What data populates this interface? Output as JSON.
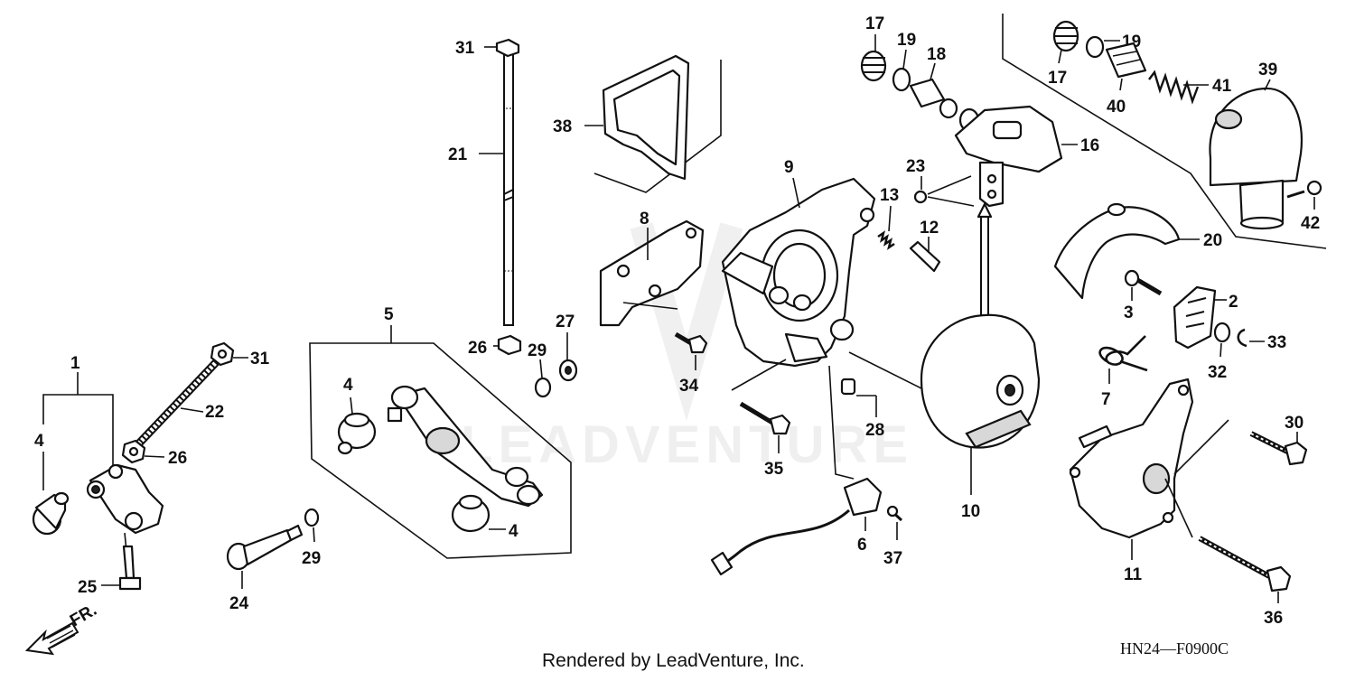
{
  "diagram": {
    "footer": "Rendered by LeadVenture, Inc.",
    "code": "HN24—F0900C",
    "direction": "FR.",
    "watermark": "LEADVENTURE"
  },
  "callouts": {
    "c1": "1",
    "c2": "2",
    "c3": "3",
    "c4a": "4",
    "c4b": "4",
    "c4c": "4",
    "c5": "5",
    "c6": "6",
    "c7": "7",
    "c8": "8",
    "c9": "9",
    "c10": "10",
    "c11": "11",
    "c12": "12",
    "c13": "13",
    "c16": "16",
    "c17a": "17",
    "c17b": "17",
    "c18": "18",
    "c19a": "19",
    "c19b": "19",
    "c20": "20",
    "c21": "21",
    "c22": "22",
    "c23": "23",
    "c24": "24",
    "c25": "25",
    "c26a": "26",
    "c26b": "26",
    "c27": "27",
    "c28": "28",
    "c29a": "29",
    "c29b": "29",
    "c30": "30",
    "c31a": "31",
    "c31b": "31",
    "c32": "32",
    "c33": "33",
    "c34": "34",
    "c35": "35",
    "c36": "36",
    "c37": "37",
    "c38": "38",
    "c39": "39",
    "c40": "40",
    "c41": "41",
    "c42": "42"
  }
}
